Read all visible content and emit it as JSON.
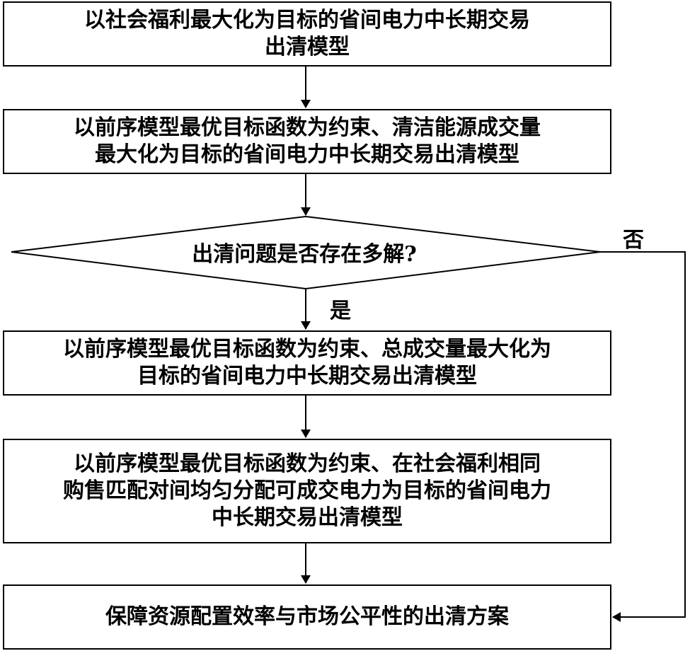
{
  "flowchart": {
    "step1": {
      "lines": [
        "以社会福利最大化为目标的省间电力中长期交易",
        "出清模型"
      ]
    },
    "step2": {
      "lines": [
        "以前序模型最优目标函数为约束、清洁能源成交量",
        "最大化为目标的省间电力中长期交易出清模型"
      ]
    },
    "decision": {
      "text": "出清问题是否存在多解?"
    },
    "yes_label": "是",
    "no_label": "否",
    "step3": {
      "lines": [
        "以前序模型最优目标函数为约束、总成交量最大化为",
        "目标的省间电力中长期交易出清模型"
      ]
    },
    "step4": {
      "lines": [
        "以前序模型最优目标函数为约束、在社会福利相同",
        "购售匹配对间均匀分配可成交电力为目标的省间电力",
        "中长期交易出清模型"
      ]
    },
    "step5": {
      "lines": [
        "保障资源配置效率与市场公平性的出清方案"
      ]
    }
  }
}
